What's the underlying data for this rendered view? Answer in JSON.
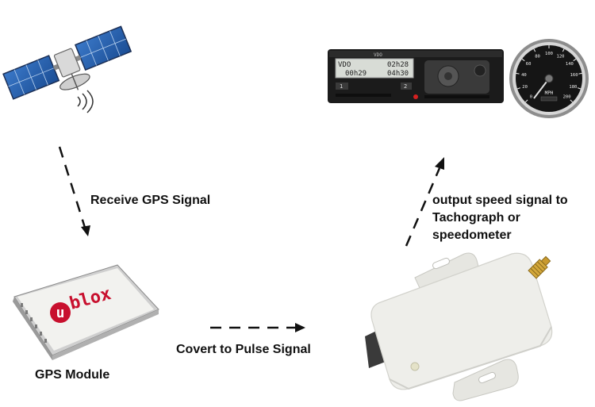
{
  "labels": {
    "receive": "Receive GPS Signal",
    "convert": "Covert to Pulse Signal",
    "output_line1": "output speed signal to",
    "output_line2": "Tachograph or",
    "output_line3": "speedometer",
    "gps_module": "GPS Module"
  },
  "module": {
    "brand": "blox",
    "brand_mark": "u"
  },
  "tachograph": {
    "brand": "VDO",
    "line1_left": "VDO",
    "line1_right": "02h28",
    "line2_left": "00h29",
    "line2_right": "04h30",
    "btn1": "1",
    "btn2": "2"
  },
  "speedometer": {
    "unit": "MPH",
    "ticks": [
      "0",
      "20",
      "40",
      "60",
      "80",
      "100",
      "120",
      "140",
      "160",
      "180",
      "200"
    ]
  },
  "colors": {
    "brand_red": "#c8102e",
    "arrow": "#111111",
    "device_body": "#e9e9e4"
  }
}
